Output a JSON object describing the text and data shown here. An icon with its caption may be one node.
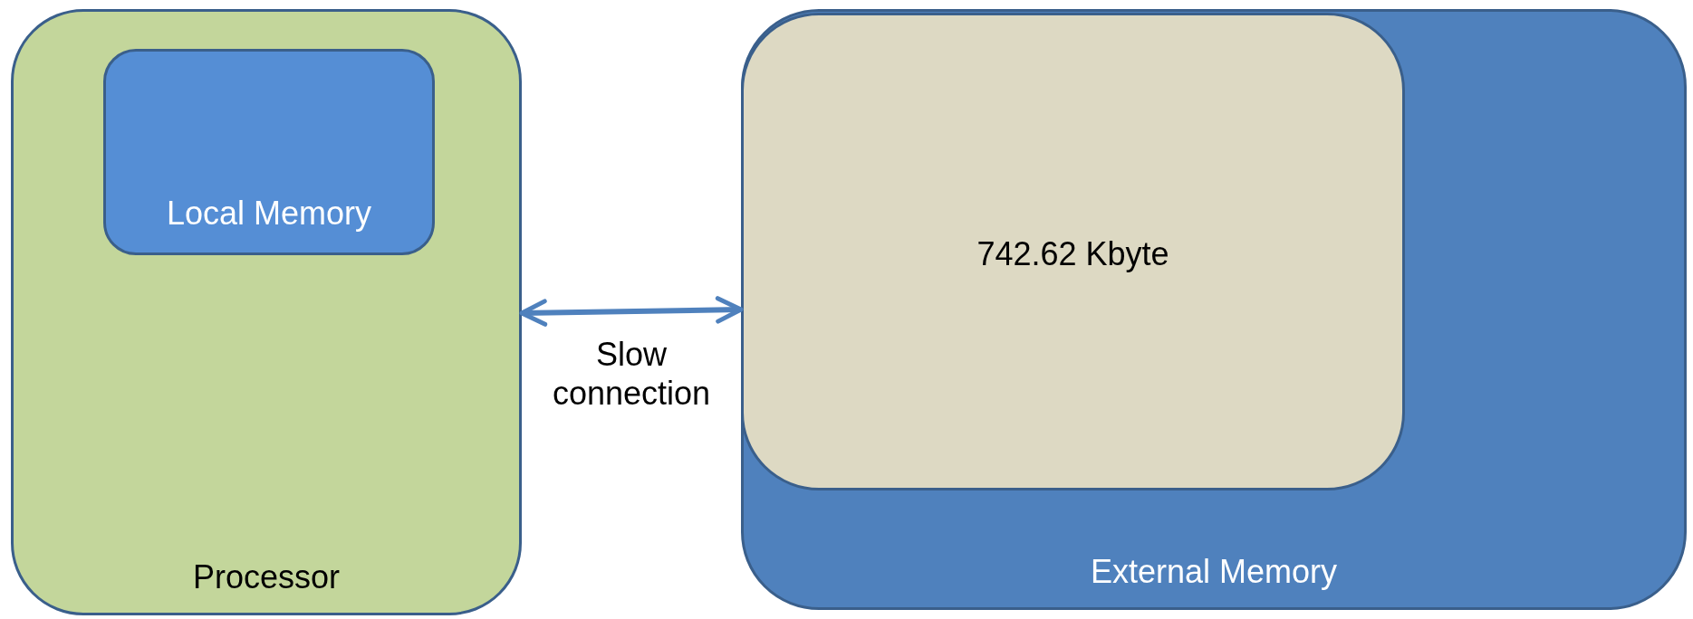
{
  "diagram": {
    "nodes": [
      {
        "text": [
          "Processor"
        ]
      },
      {
        "text": [
          "Local Memory"
        ],
        "in": 0
      },
      {
        "text": [
          "External Memory"
        ]
      },
      {
        "text": [
          "742.62 Kbyte"
        ],
        "in": 2
      }
    ],
    "edges": [
      {
        "from": 0,
        "to": 3,
        "arrow": "both",
        "label": "Slow connection"
      }
    ]
  }
}
